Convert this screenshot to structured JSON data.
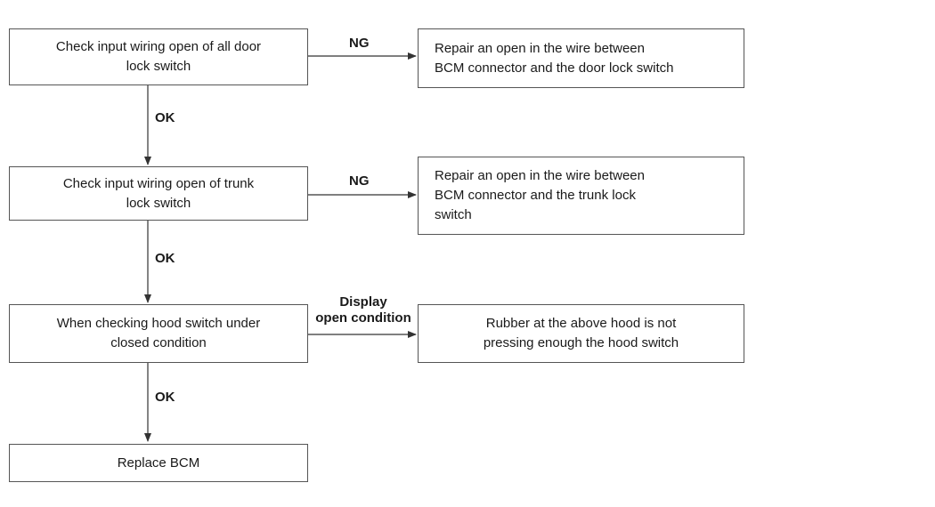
{
  "flow": {
    "steps": [
      {
        "lines": [
          "Check input wiring open of all door",
          "lock switch"
        ],
        "ng_label": "NG",
        "ok_label": "OK",
        "result_lines": [
          "Repair an open in the wire between",
          "BCM connector and the door lock switch"
        ]
      },
      {
        "lines": [
          "Check input wiring open of trunk",
          "lock switch"
        ],
        "ng_label": "NG",
        "ok_label": "OK",
        "result_lines": [
          "Repair an open in the wire between",
          "BCM connector and the trunk lock",
          "switch"
        ]
      },
      {
        "lines": [
          "When checking hood switch under",
          "closed condition"
        ],
        "ng_label_lines": [
          "Display",
          "open condition"
        ],
        "ok_label": "OK",
        "result_lines": [
          "Rubber at the above hood is not",
          "pressing enough the hood switch"
        ]
      }
    ],
    "final": {
      "lines": [
        "Replace BCM"
      ]
    }
  },
  "colors": {
    "border": "#555555",
    "arrow": "#333333",
    "text": "#1a1a1a"
  }
}
